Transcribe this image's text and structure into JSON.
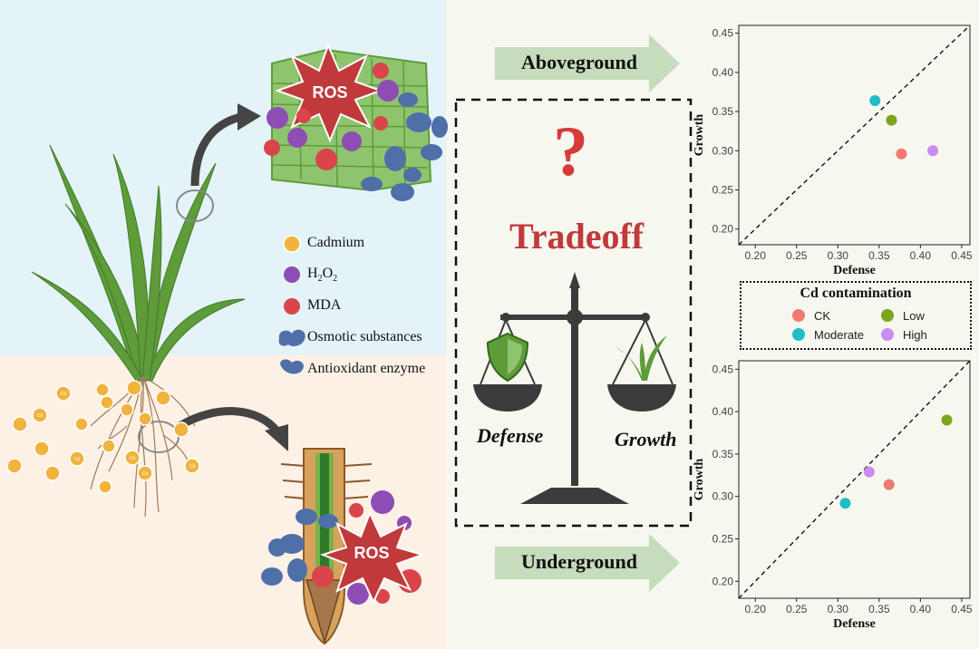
{
  "legend": {
    "cadmium": "Cadmium",
    "h2o2_main": "H",
    "h2o2_sub1": "2",
    "h2o2_o": "O",
    "h2o2_sub2": "2",
    "mda": "MDA",
    "osmotic": "Osmotic substances",
    "antioxidant": "Antioxidant enzyme",
    "cd_token": "Cd"
  },
  "labels": {
    "ros": "ROS",
    "aboveground": "Aboveground",
    "underground": "Underground",
    "question": "?",
    "tradeoff": "Tradeoff",
    "defense": "Defense",
    "growth": "Growth"
  },
  "cd_legend": {
    "title": "Cd contamination",
    "items": [
      {
        "label": "CK",
        "color": "#f07a70"
      },
      {
        "label": "Low",
        "color": "#7ca51d"
      },
      {
        "label": "Moderate",
        "color": "#1fbec6"
      },
      {
        "label": "High",
        "color": "#c98cf2"
      }
    ]
  },
  "colors": {
    "top_bg": "#e4f3f7",
    "bottom_bg": "#fdf1e6",
    "panel_bg": "#f6f7ee",
    "cd": "#f1b33c",
    "h2o2": "#8e4db3",
    "mda": "#d9454a",
    "enzyme": "#4e6fa8",
    "ros": "#c0393b",
    "leaf": "#5e9c3a"
  },
  "chart_data": [
    {
      "type": "scatter",
      "panel": "Aboveground",
      "xlabel": "Defense",
      "ylabel": "Growth",
      "xlim": [
        0.18,
        0.46
      ],
      "ylim": [
        0.18,
        0.46
      ],
      "xticks": [
        "0.20",
        "0.25",
        "0.30",
        "0.35",
        "0.40",
        "0.45"
      ],
      "yticks": [
        "0.20",
        "0.25",
        "0.30",
        "0.35",
        "0.40",
        "0.45"
      ],
      "reference_line": "y = x",
      "points": [
        {
          "group": "CK",
          "x": 0.377,
          "y": 0.296
        },
        {
          "group": "Low",
          "x": 0.365,
          "y": 0.339
        },
        {
          "group": "Moderate",
          "x": 0.345,
          "y": 0.364
        },
        {
          "group": "High",
          "x": 0.415,
          "y": 0.3
        }
      ]
    },
    {
      "type": "scatter",
      "panel": "Underground",
      "xlabel": "Defense",
      "ylabel": "Growth",
      "xlim": [
        0.18,
        0.46
      ],
      "ylim": [
        0.18,
        0.46
      ],
      "xticks": [
        "0.20",
        "0.25",
        "0.30",
        "0.35",
        "0.40",
        "0.45"
      ],
      "yticks": [
        "0.20",
        "0.25",
        "0.30",
        "0.35",
        "0.40",
        "0.45"
      ],
      "reference_line": "y = x",
      "points": [
        {
          "group": "CK",
          "x": 0.362,
          "y": 0.314
        },
        {
          "group": "Low",
          "x": 0.432,
          "y": 0.39
        },
        {
          "group": "Moderate",
          "x": 0.309,
          "y": 0.292
        },
        {
          "group": "High",
          "x": 0.338,
          "y": 0.329
        }
      ]
    }
  ]
}
